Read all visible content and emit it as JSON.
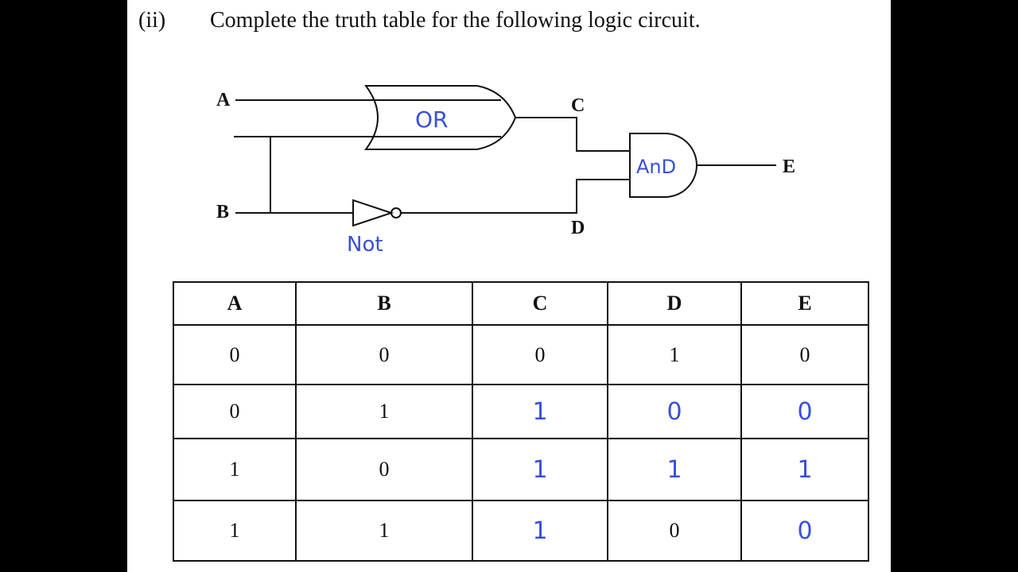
{
  "question": {
    "number": "(ii)",
    "text": "Complete the truth table for the following logic circuit."
  },
  "circuit": {
    "input_a": "A",
    "input_b": "B",
    "node_c": "C",
    "node_d": "D",
    "output_e": "E",
    "gate_or_note": "OR",
    "gate_and_note": "AnD",
    "gate_not_note": "Not"
  },
  "table": {
    "headers": [
      "A",
      "B",
      "C",
      "D",
      "E"
    ],
    "rows": [
      [
        "0",
        "0",
        "0",
        "1",
        "0"
      ],
      [
        "0",
        "1",
        "1",
        "0",
        "0"
      ],
      [
        "1",
        "0",
        "1",
        "1",
        "1"
      ],
      [
        "1",
        "1",
        "1",
        "0",
        "0"
      ]
    ],
    "handwritten": [
      [
        false,
        false,
        false,
        false,
        false
      ],
      [
        false,
        false,
        true,
        true,
        true
      ],
      [
        false,
        false,
        true,
        true,
        true
      ],
      [
        false,
        false,
        true,
        false,
        true
      ]
    ]
  },
  "colors": {
    "ink": "#111111",
    "handwriting": "#3a4fd8",
    "background": "#000000",
    "page": "#ffffff"
  }
}
